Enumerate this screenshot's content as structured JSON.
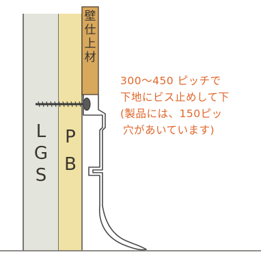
{
  "finish_material_label": [
    "壁",
    "仕",
    "上",
    "材"
  ],
  "lgs_label": [
    "L",
    "G",
    "S"
  ],
  "pb_label": [
    "P",
    "B"
  ],
  "annotation": [
    "300〜450 ピッチで",
    "下地にビス止めして下",
    "(製品には、150ピッ",
    "穴があいています)"
  ],
  "colors": {
    "lgs": "#e3e4dc",
    "pb": "#f0e2a4",
    "finish": "#d8a85c",
    "note": "#e0662a",
    "ink": "#3a3530"
  }
}
